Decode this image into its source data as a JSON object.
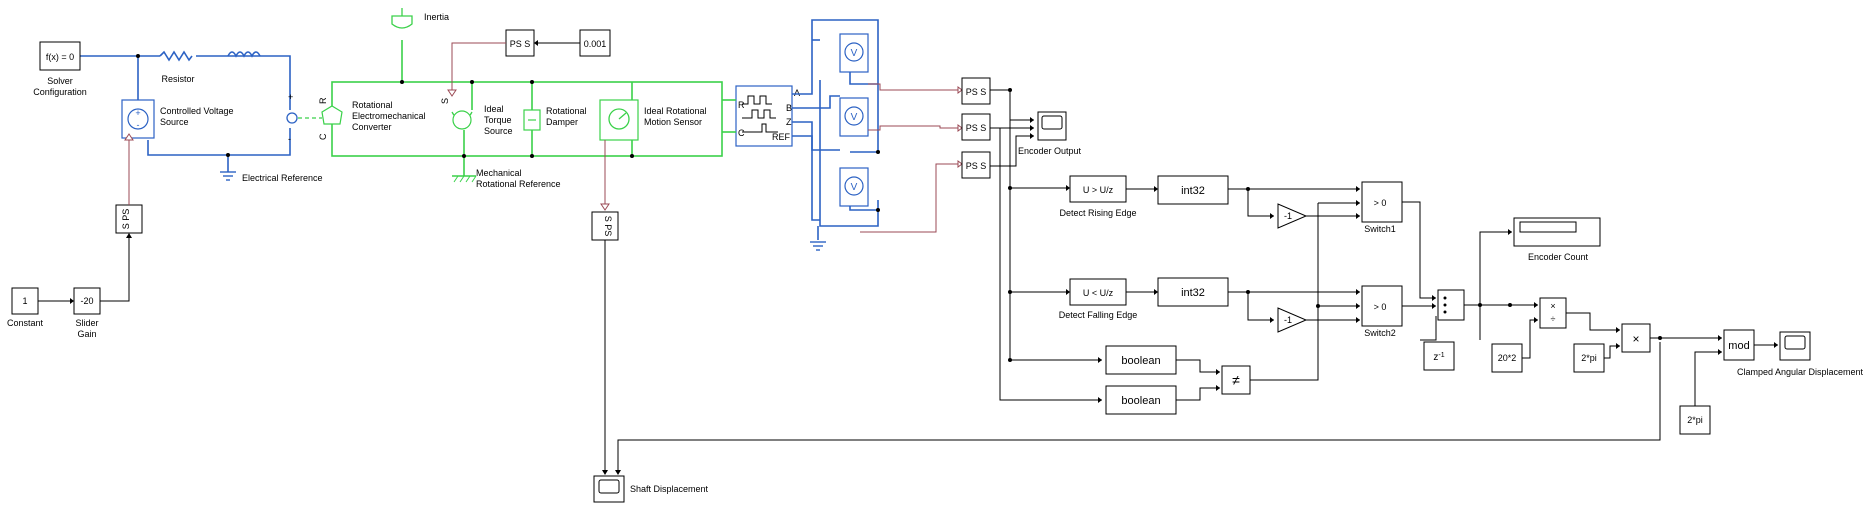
{
  "blocks": {
    "solver": {
      "text": "f(x) = 0",
      "label1": "Solver",
      "label2": "Configuration"
    },
    "resistor": {
      "label": "Resistor"
    },
    "cvs": {
      "label1": "Controlled Voltage",
      "label2": "Source"
    },
    "elec_ref": {
      "label": "Electrical Reference"
    },
    "sps_left": {
      "text": "S PS"
    },
    "constant": {
      "value": "1",
      "label": "Constant"
    },
    "slider_gain": {
      "value": "-20",
      "label1": "Slider",
      "label2": "Gain"
    },
    "rot_conv": {
      "label1": "Rotational",
      "label2": "Electromechanical",
      "label3": "Converter"
    },
    "inertia": {
      "label": "Inertia"
    },
    "ps_s_top": {
      "text": "PS S"
    },
    "const_001": {
      "value": "0.001"
    },
    "torque_src": {
      "label1": "Ideal",
      "label2": "Torque",
      "label3": "Source"
    },
    "damper": {
      "label1": "Rotational",
      "label2": "Damper"
    },
    "motion_sensor": {
      "label1": "Ideal Rotational",
      "label2": "Motion Sensor"
    },
    "mech_ref": {
      "label1": "Mechanical",
      "label2": "Rotational Reference"
    },
    "sps_shaft": {
      "text": "S PS"
    },
    "shaft_scope": {
      "label": "Shaft Displacement"
    },
    "encoder_ports": {
      "a": "A",
      "b": "B",
      "z": "Z",
      "ref": "REF",
      "r": "R",
      "c": "C"
    },
    "ps_s_1": {
      "text": "PS S"
    },
    "ps_s_2": {
      "text": "PS S"
    },
    "ps_s_3": {
      "text": "PS S"
    },
    "encoder_output": {
      "label": "Encoder Output"
    },
    "rising": {
      "text": "U > U/z",
      "label": "Detect Rising Edge"
    },
    "falling": {
      "text": "U < U/z",
      "label": "Detect Falling Edge"
    },
    "int32_1": {
      "text": "int32"
    },
    "int32_2": {
      "text": "int32"
    },
    "neg1_1": {
      "text": "-1"
    },
    "neg1_2": {
      "text": "-1"
    },
    "switch1": {
      "text": "> 0",
      "label": "Switch1"
    },
    "switch2": {
      "text": "> 0",
      "label": "Switch2"
    },
    "boolean_1": {
      "text": "boolean"
    },
    "boolean_2": {
      "text": "boolean"
    },
    "neq": {
      "text": "≠"
    },
    "delay": {
      "text": "z-1"
    },
    "encoder_count": {
      "label": "Encoder Count"
    },
    "const_20x2": {
      "text": "20*2"
    },
    "const_2pi_a": {
      "text": "2*pi"
    },
    "const_2pi_b": {
      "text": "2*pi"
    },
    "divide": {
      "text1": "×",
      "text2": "÷"
    },
    "mult": {
      "text": "×"
    },
    "mod": {
      "text": "mod"
    },
    "clamped": {
      "label": "Clamped Angular Displacement"
    },
    "voltmeter": {
      "text": "V"
    },
    "port_labels": {
      "plus": "+",
      "minus": "-",
      "c": "C",
      "r": "R",
      "s": "S",
      "a": "A",
      "v_minus": "-",
      "v_plus": "+"
    }
  }
}
